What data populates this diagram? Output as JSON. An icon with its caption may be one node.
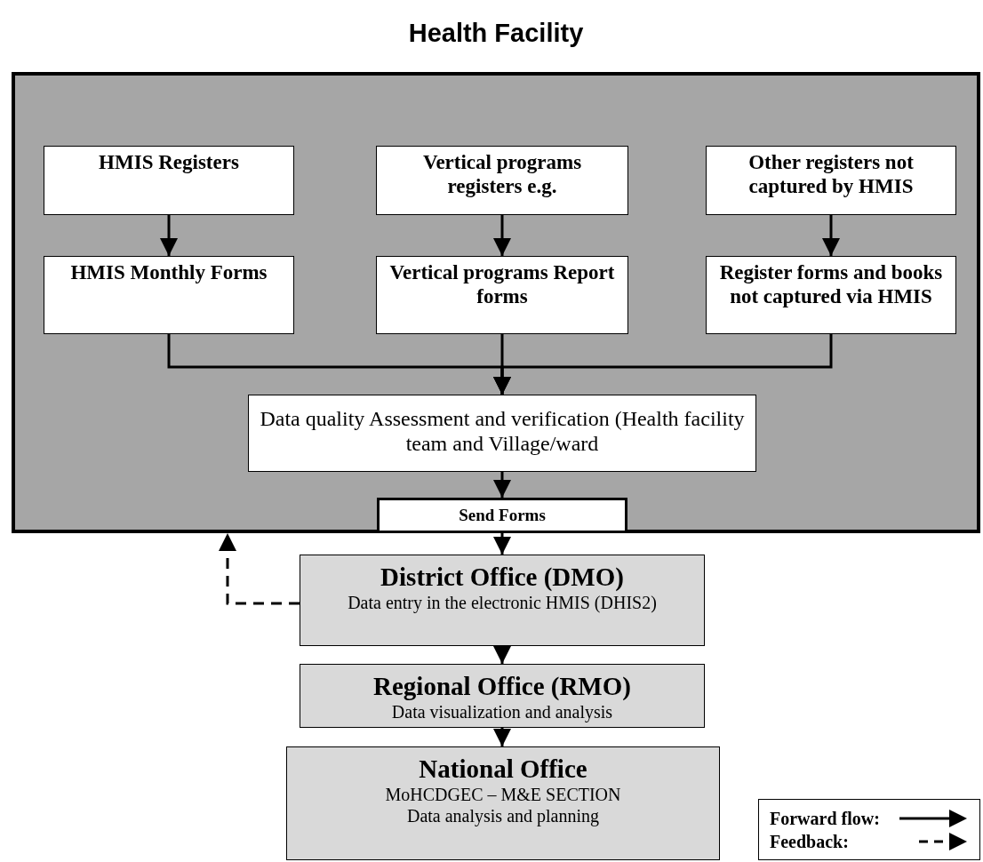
{
  "diagram": {
    "nodes": [
      {
        "text": [
          "Health Facility"
        ]
      },
      {
        "text": [
          "HMIS Registers"
        ],
        "in": 0
      },
      {
        "text": [
          "Vertical programs registers e.g."
        ],
        "in": 0
      },
      {
        "text": [
          "Other registers not captured by HMIS"
        ],
        "in": 0
      },
      {
        "text": [
          "HMIS Monthly Forms"
        ],
        "in": 0
      },
      {
        "text": [
          "Vertical programs Report forms"
        ],
        "in": 0
      },
      {
        "text": [
          "Register forms and books not captured via HMIS"
        ],
        "in": 0
      },
      {
        "text": [
          "Data quality Assessment and verification (Health facility team and Village/ward"
        ],
        "in": 0
      },
      {
        "text": [
          "Send Forms"
        ],
        "in": 0
      },
      {
        "text": [
          "District Office (DMO)",
          "Data entry in the electronic HMIS (DHIS2)"
        ]
      },
      {
        "text": [
          "Regional Office (RMO)",
          "Data visualization and analysis"
        ]
      },
      {
        "text": [
          "National Office",
          "MoHCDGEC – M&E SECTION",
          "Data analysis and planning"
        ]
      }
    ],
    "edges": [
      {
        "from": 1,
        "to": 4,
        "arrow": "to"
      },
      {
        "from": 2,
        "to": 5,
        "arrow": "to"
      },
      {
        "from": 3,
        "to": 6,
        "arrow": "to"
      },
      {
        "from": 4,
        "to": 7,
        "arrow": "to"
      },
      {
        "from": 5,
        "to": 7,
        "arrow": "to"
      },
      {
        "from": 6,
        "to": 7,
        "arrow": "to"
      },
      {
        "from": 7,
        "to": 8,
        "arrow": "to"
      },
      {
        "from": 8,
        "to": 9,
        "arrow": "to"
      },
      {
        "from": 9,
        "to": 10,
        "arrow": "to"
      },
      {
        "from": 10,
        "to": 11,
        "arrow": "to"
      },
      {
        "from": 9,
        "to": 0,
        "arrow": "to",
        "style": "dashed"
      }
    ],
    "legend": [
      {
        "text": "Forward flow:"
      },
      {
        "text": "Feedback:"
      }
    ]
  }
}
